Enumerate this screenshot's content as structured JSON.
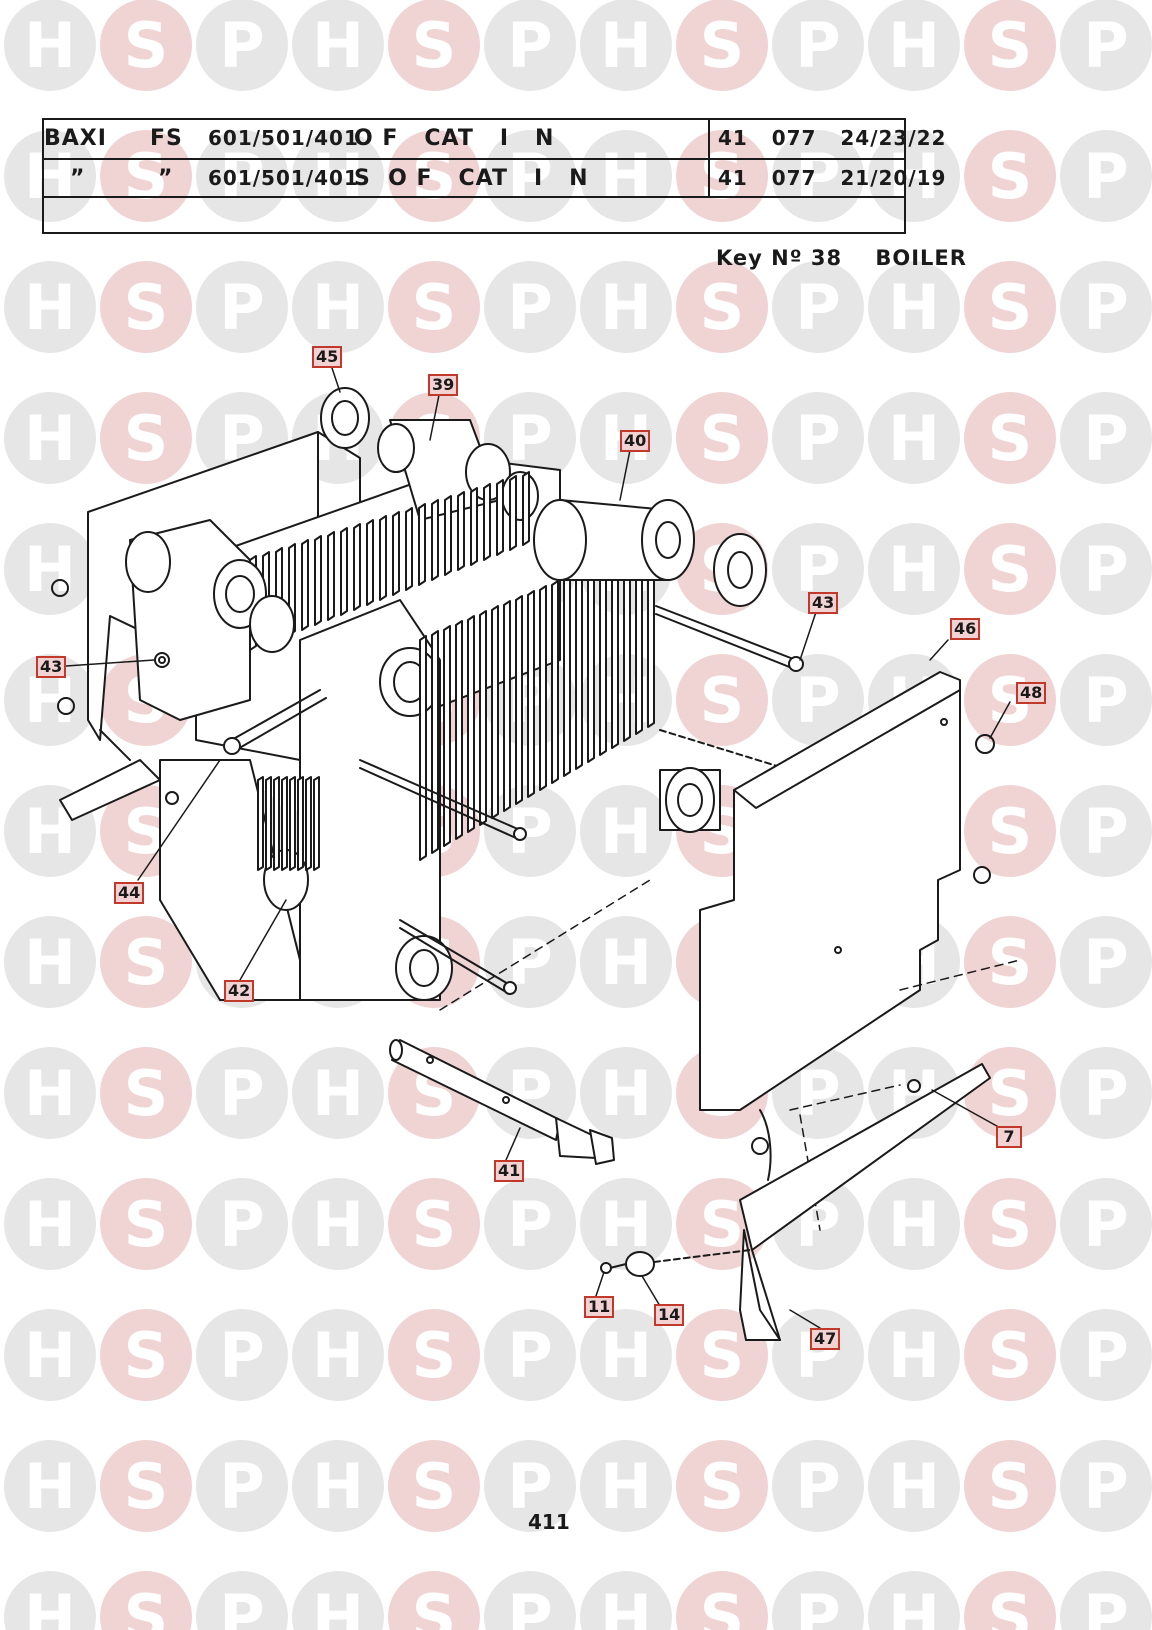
{
  "watermark": {
    "letters": [
      "H",
      "S",
      "P"
    ],
    "circle_fill": "#e6e6e6",
    "accent_fill": "#f0d4d4",
    "letter_color": "#ffffff"
  },
  "header": {
    "rows": [
      {
        "make": "BAXI",
        "range": "FS",
        "models": "601/501/401",
        "variant": "O F   CAT   I   N",
        "code": "41   077   24/23/22"
      },
      {
        "make": "”",
        "range": "”",
        "models": "601/501/401",
        "variant": "S  O F   CAT   I   N",
        "code": "41   077   21/20/19"
      }
    ]
  },
  "key_title": "Key Nº 38    BOILER",
  "callouts": [
    {
      "id": "c45",
      "label": "45"
    },
    {
      "id": "c39",
      "label": "39"
    },
    {
      "id": "c40",
      "label": "40"
    },
    {
      "id": "c43a",
      "label": "43"
    },
    {
      "id": "c43b",
      "label": "43"
    },
    {
      "id": "c46",
      "label": "46"
    },
    {
      "id": "c48",
      "label": "48"
    },
    {
      "id": "c44",
      "label": "44"
    },
    {
      "id": "c42",
      "label": "42"
    },
    {
      "id": "c7",
      "label": "7"
    },
    {
      "id": "c41",
      "label": "41"
    },
    {
      "id": "c11",
      "label": "11"
    },
    {
      "id": "c14",
      "label": "14"
    },
    {
      "id": "c47",
      "label": "47"
    }
  ],
  "page_number": "411",
  "colors": {
    "callout_border": "#c0392b",
    "callout_fill": "#f2d2d2",
    "line": "#1a1a1a"
  }
}
